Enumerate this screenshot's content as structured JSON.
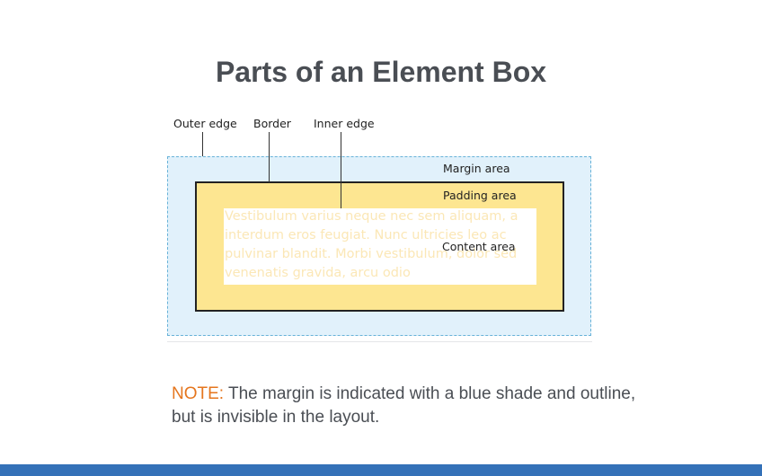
{
  "slide": {
    "title": "Parts of an Element Box"
  },
  "diagram": {
    "callouts": {
      "outer_edge": "Outer edge",
      "border": "Border",
      "inner_edge": "Inner edge"
    },
    "areas": {
      "margin": "Margin area",
      "padding": "Padding area",
      "content": "Content area"
    },
    "filler_text": "Vestibulum varius neque nec sem aliquam, a interdum eros feugiat. Nunc ultricies leo ac pulvinar blandit. Morbi vestibulum, dolor sed venenatis gravida, arcu odio",
    "colors": {
      "margin_fill": "#e1f1fb",
      "margin_outline": "#68b2d8",
      "padding_fill": "#fde691",
      "border": "#222222",
      "content_fill": "#ffffff"
    }
  },
  "note": {
    "prefix": "NOTE:",
    "text": " The margin is indicated with a blue shade and outline, but is invisible in the layout."
  },
  "theme": {
    "accent_orange": "#e5761e",
    "footer_blue": "#3471b8",
    "title_gray": "#4a4e54"
  }
}
